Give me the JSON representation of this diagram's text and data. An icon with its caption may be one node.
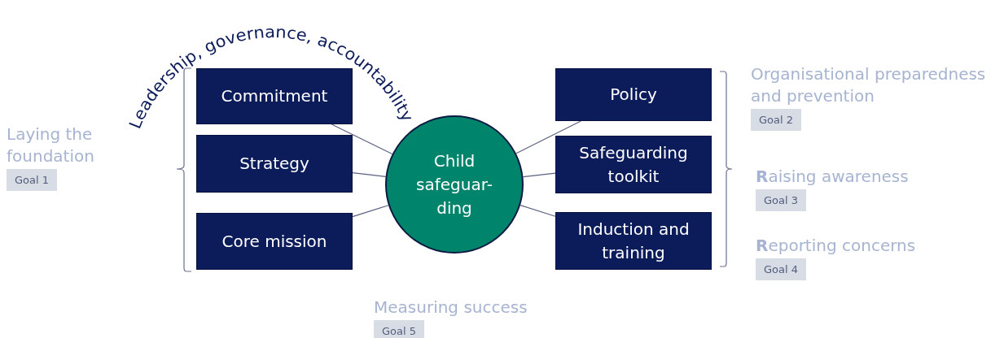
{
  "diagram": {
    "nodes": [
      {
        "text": [
          "Laying the foundation",
          "Goal 1"
        ]
      },
      {
        "text": [
          "Commitment"
        ]
      },
      {
        "text": [
          "Strategy"
        ]
      },
      {
        "text": [
          "Core mission"
        ]
      },
      {
        "text": [
          "Child safeguar-ding"
        ]
      },
      {
        "text": [
          "Policy"
        ]
      },
      {
        "text": [
          "Safeguarding toolkit"
        ]
      },
      {
        "text": [
          "Induction and training"
        ]
      },
      {
        "text": [
          "Organisational preparedness and prevention",
          "Goal 2"
        ]
      },
      {
        "text": [
          "**R**aising awareness",
          "Goal 3"
        ]
      },
      {
        "text": [
          "**R**eporting concerns",
          "Goal 4"
        ]
      },
      {
        "text": [
          "Measuring success",
          "Goal 5"
        ]
      }
    ],
    "edges": [
      {
        "from": 1,
        "to": 4,
        "arrow": "none"
      },
      {
        "from": 2,
        "to": 4,
        "arrow": "none"
      },
      {
        "from": 3,
        "to": 4,
        "arrow": "none"
      },
      {
        "from": 4,
        "to": 5,
        "arrow": "none"
      },
      {
        "from": 4,
        "to": 6,
        "arrow": "none"
      },
      {
        "from": 4,
        "to": 7,
        "arrow": "none"
      }
    ],
    "labels": [
      "Leadership, governance, accountability"
    ]
  }
}
